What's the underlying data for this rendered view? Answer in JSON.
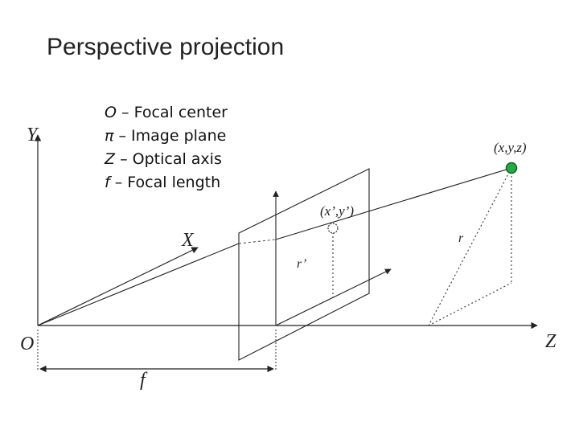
{
  "slide": {
    "title": "Perspective projection",
    "legend": [
      {
        "symbol": "O",
        "sep": " – ",
        "text": "Focal center"
      },
      {
        "symbol": "π",
        "sep": " – ",
        "text": "Image plane"
      },
      {
        "symbol": "Z",
        "sep": " – ",
        "text": "Optical axis"
      },
      {
        "symbol": "f",
        "sep": " – ",
        "text": "Focal length"
      }
    ]
  },
  "diagram": {
    "labels": {
      "y_axis": "Y",
      "x_axis": "X",
      "z_axis": "Z",
      "origin": "O",
      "focal_length": "f",
      "world_point": "(x,y,z)",
      "image_point": "(x’,y’)",
      "r": "r",
      "r_prime": "r’"
    },
    "colors": {
      "line": "#222222",
      "world_point_fill": "#22aa44",
      "world_point_stroke": "#1a5c2a",
      "image_point_stroke": "#333333"
    }
  }
}
